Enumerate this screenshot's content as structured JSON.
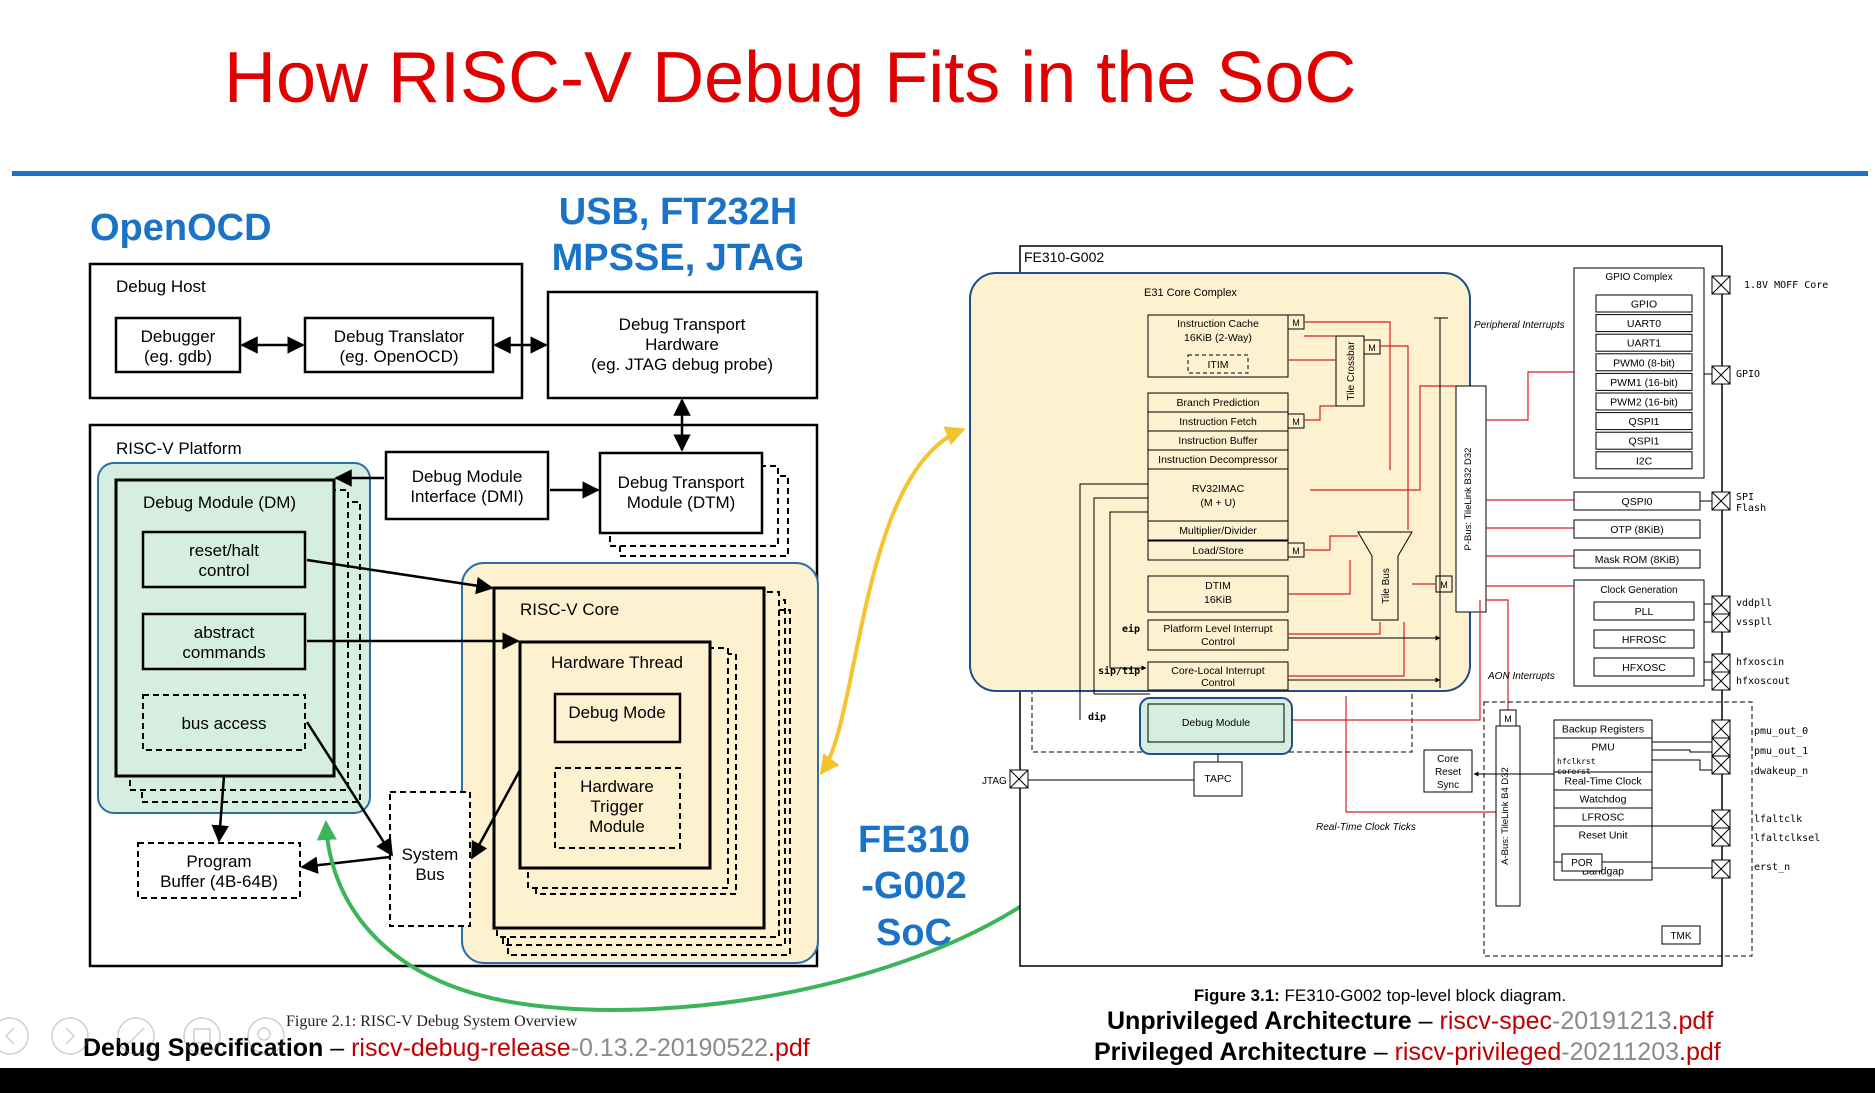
{
  "title": "How RISC-V Debug Fits in the SoC",
  "left": {
    "openocd_label": "OpenOCD",
    "usb_label_line1": "USB, FT232H",
    "usb_label_line2": "MPSSE, JTAG",
    "debug_host": "Debug Host",
    "debugger_line1": "Debugger",
    "debugger_line2": "(eg. gdb)",
    "translator_line1": "Debug Translator",
    "translator_line2": "(eg. OpenOCD)",
    "transport_hw_line1": "Debug Transport",
    "transport_hw_line2": "Hardware",
    "transport_hw_line3": "(eg. JTAG debug probe)",
    "platform": "RISC-V Platform",
    "dmi_line1": "Debug Module",
    "dmi_line2": "Interface (DMI)",
    "dtm_line1": "Debug Transport",
    "dtm_line2": "Module (DTM)",
    "dm": "Debug Module (DM)",
    "reset_line1": "reset/halt",
    "reset_line2": "control",
    "abstract_line1": "abstract",
    "abstract_line2": "commands",
    "bus_access": "bus access",
    "core": "RISC-V Core",
    "hart": "Hardware Thread",
    "debug_mode": "Debug Mode",
    "trigger_line1": "Hardware",
    "trigger_line2": "Trigger",
    "trigger_line3": "Module",
    "sysbus_line1": "System",
    "sysbus_line2": "Bus",
    "progbuf_line1": "Program",
    "progbuf_line2": "Buffer (4B-64B)",
    "figure_caption": "Figure 2.1: RISC-V Debug System Overview",
    "spec_bold": "Debug Specification",
    "spec_dash": " – ",
    "spec_file_red": "riscv-debug-release",
    "spec_file_gray": "-0.13.2-20190522",
    "spec_file_ext": ".pdf"
  },
  "soc_label": [
    "FE310",
    "-G002",
    "SoC"
  ],
  "right": {
    "chip": "FE310-G002",
    "core_complex": "E31 Core Complex",
    "icache_line1": "Instruction Cache",
    "icache_line2": "16KiB (2-Way)",
    "itim": "ITIM",
    "tile_crossbar": "Tile Crossbar",
    "branch": "Branch Prediction",
    "fetch": "Instruction Fetch",
    "buffer": "Instruction Buffer",
    "decomp": "Instruction Decompressor",
    "rv32_line1": "RV32IMAC",
    "rv32_line2": "(M + U)",
    "muldiv": "Multiplier/Divider",
    "loadstore": "Load/Store",
    "dtim_line1": "DTIM",
    "dtim_line2": "16KiB",
    "tile_bus": "Tile Bus",
    "plic_line1": "Platform Level Interrupt",
    "plic_line2": "Control",
    "clint_line1": "Core-Local Interrupt",
    "clint_line2": "Control",
    "eip": "eip",
    "siptip": "sip/tip",
    "dip": "dip",
    "debug_module": "Debug Module",
    "tapc": "TAPC",
    "jtag": "JTAG",
    "m": "M",
    "pbus": "P-Bus: TileLink B32 D32",
    "abus": "A-Bus: TileLink B4 D32",
    "periph_irq": "Peripheral Interrupts",
    "aon_irq": "AON Interrupts",
    "rtc_ticks": "Real-Time Clock Ticks",
    "core_reset_line1": "Core",
    "core_reset_line2": "Reset",
    "core_reset_line3": "Sync",
    "gpio_complex": "GPIO Complex",
    "gpio_items": [
      "GPIO",
      "UART0",
      "UART1",
      "PWM0 (8-bit)",
      "PWM1 (16-bit)",
      "PWM2 (16-bit)",
      "QSPI1",
      "QSPI1",
      "I2C"
    ],
    "qspi0": "QSPI0",
    "otp": "OTP (8KiB)",
    "maskrom": "Mask ROM (8KiB)",
    "clockgen": "Clock Generation",
    "clk_items": [
      "PLL",
      "HFROSC",
      "HFXOSC"
    ],
    "aon_items": [
      "Backup Registers",
      "PMU",
      "Real-Time Clock",
      "Watchdog",
      "LFROSC",
      "Reset Unit",
      "Bandgap"
    ],
    "hfclkrst": "hfclkrst",
    "corerst": "corerst",
    "por": "POR",
    "tmk": "TMK",
    "pins": {
      "moff": "1.8V MOFF Core",
      "gpio": "GPIO",
      "spi1": "SPI",
      "spi2": "Flash",
      "vddpll": "vddpll",
      "vsspll": "vsspll",
      "hfxoscin": "hfxoscin",
      "hfxoscout": "hfxoscout",
      "pmu_out_0": "pmu_out_0",
      "pmu_out_1": "pmu_out_1",
      "dwakeup_n": "dwakeup_n",
      "lfaltclk": "lfaltclk",
      "lfaltclksel": "lfaltclksel",
      "erst_n": "erst_n"
    },
    "figure_bold": "Figure 3.1:",
    "figure_text": " FE310-G002 top-level block diagram.",
    "unpriv_bold": "Unprivileged Architecture",
    "unpriv_dash": " – ",
    "unpriv_red": "riscv-spec",
    "unpriv_gray": "-20191213",
    "unpriv_ext": ".pdf",
    "priv_bold": "Privileged Architecture",
    "priv_dash": " – ",
    "priv_red": "riscv-privileged",
    "priv_gray": "-20211203",
    "priv_ext": ".pdf"
  },
  "colors": {
    "title_red": "#e00000",
    "accent_blue": "#1a73c6",
    "module_green": "#d5eee0",
    "core_yellow": "#fdf1cf",
    "arrow_yellow": "#f4c430",
    "arrow_green": "#3cb55a",
    "soc_red": "#d62020",
    "link_red": "#c00000",
    "link_gray": "#8a8a8a"
  }
}
